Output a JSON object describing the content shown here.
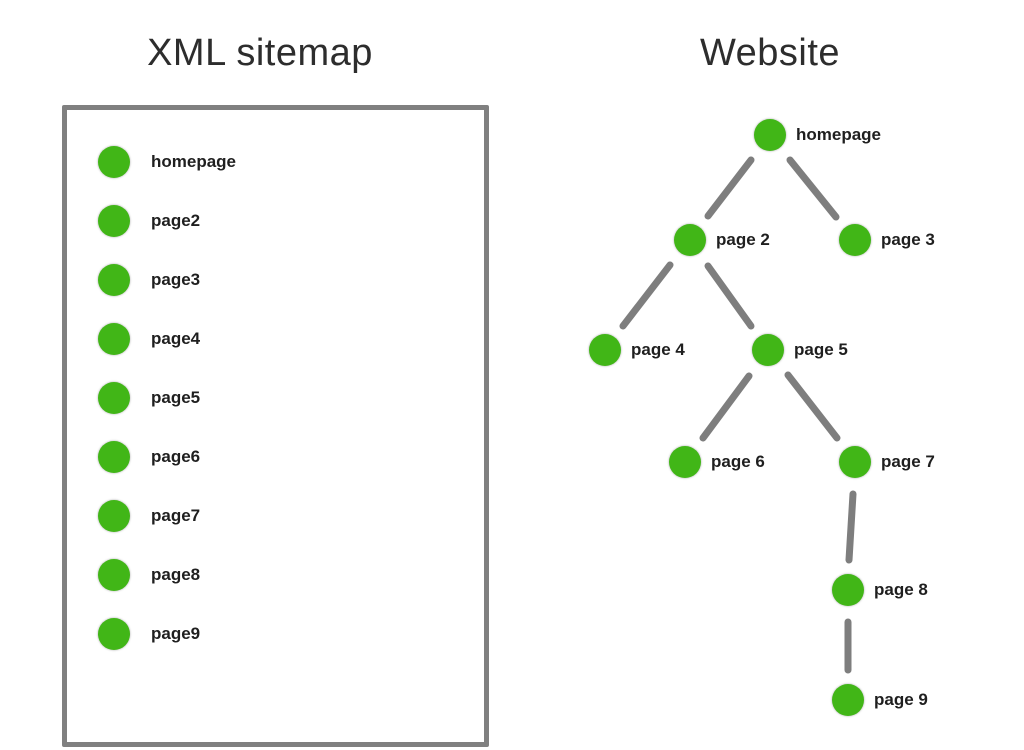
{
  "sitemap": {
    "title": "XML sitemap",
    "items": [
      "homepage",
      "page2",
      "page3",
      "page4",
      "page5",
      "page6",
      "page7",
      "page8",
      "page9"
    ]
  },
  "website": {
    "title": "Website",
    "nodes": [
      {
        "id": "homepage",
        "label": "homepage"
      },
      {
        "id": "page2",
        "label": "page 2"
      },
      {
        "id": "page3",
        "label": "page 3"
      },
      {
        "id": "page4",
        "label": "page 4"
      },
      {
        "id": "page5",
        "label": "page 5"
      },
      {
        "id": "page6",
        "label": "page 6"
      },
      {
        "id": "page7",
        "label": "page 7"
      },
      {
        "id": "page8",
        "label": "page 8"
      },
      {
        "id": "page9",
        "label": "page 9"
      }
    ],
    "edges": [
      [
        "homepage",
        "page 2"
      ],
      [
        "homepage",
        "page 3"
      ],
      [
        "page 2",
        "page 4"
      ],
      [
        "page 2",
        "page 5"
      ],
      [
        "page 5",
        "page 6"
      ],
      [
        "page 5",
        "page 7"
      ],
      [
        "page 7",
        "page 8"
      ],
      [
        "page 8",
        "page 9"
      ]
    ]
  },
  "colors": {
    "node_green": "#41b617",
    "edge_gray": "#7e7e7e",
    "box_border": "#808080",
    "text": "#1f1f1f",
    "background": "#ffffff"
  }
}
